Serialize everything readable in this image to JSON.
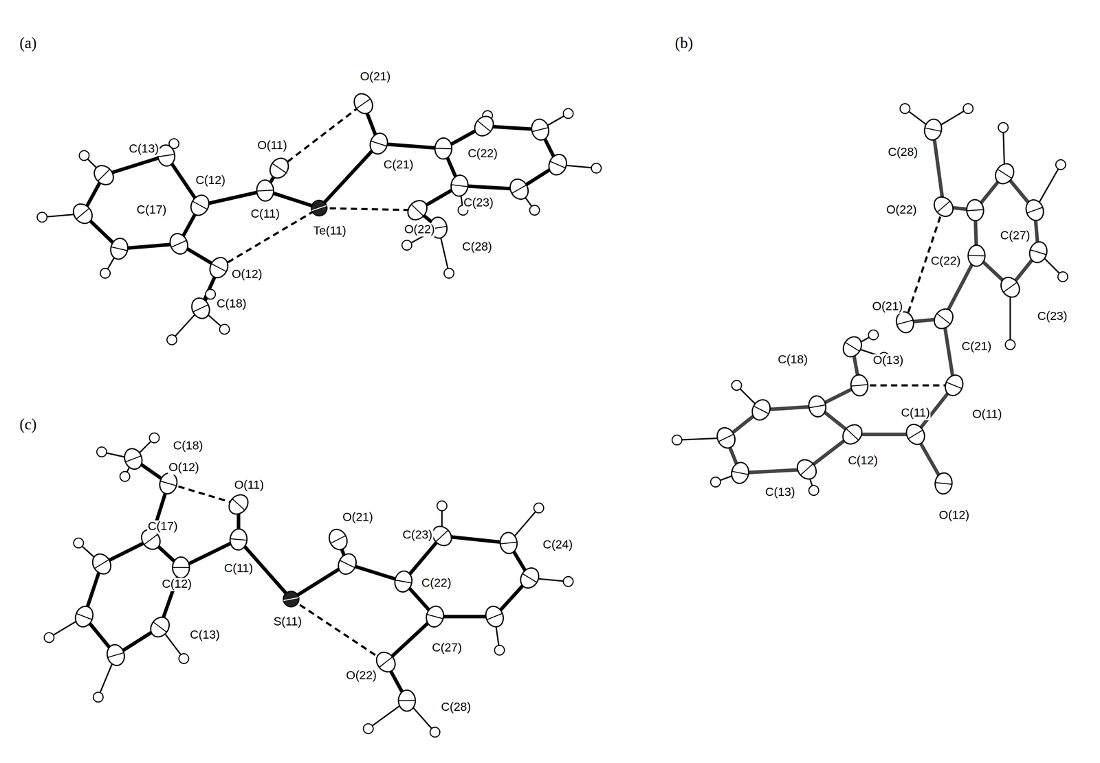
{
  "diagram": {
    "labels": [
      "(a)",
      "O(21)",
      "C(13)",
      "O(11)",
      "C(12)",
      "C(21)",
      "C(22)",
      "C(17)",
      "C(11)",
      "Te(11)",
      "O(22)",
      "C(23)",
      "O(12)",
      "C(28)",
      "C(18)",
      "(b)",
      "C(28)",
      "O(22)",
      "C(27)",
      "C(22)",
      "O(21)",
      "C(23)",
      "C(18)",
      "O(13)",
      "C(21)",
      "C(11)",
      "O(11)",
      "C(12)",
      "C(13)",
      "O(12)",
      "(c)",
      "C(18)",
      "O(12)",
      "O(11)",
      "O(21)",
      "C(23)",
      "C(24)",
      "C(17)",
      "C(11)",
      "C(22)",
      "C(12)",
      "C(13)",
      "S(11)",
      "C(27)",
      "O(22)",
      "C(28)"
    ]
  }
}
